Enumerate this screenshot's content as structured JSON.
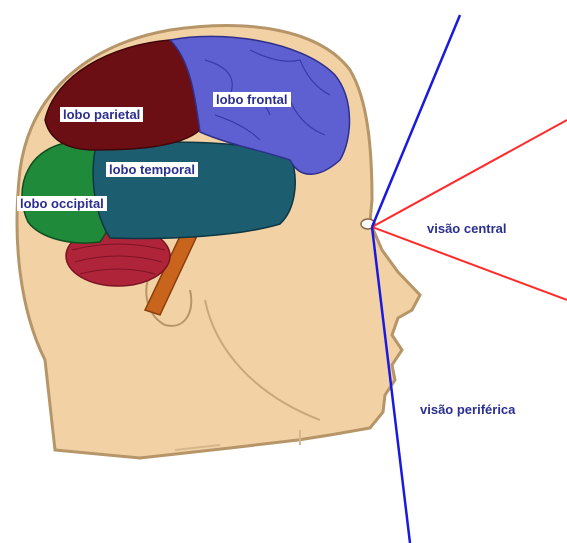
{
  "labels": {
    "parietal": "lobo parietal",
    "frontal": "lobo frontal",
    "temporal": "lobo temporal",
    "occipital": "lobo occipital",
    "central_vision": "visão central",
    "peripheral_vision": "visão periférica"
  },
  "colors": {
    "skin": "#f2d2a4",
    "skin_outline": "#b69668",
    "hair": "#d4c39a",
    "parietal_lobe": "#6b0f14",
    "frontal_lobe": "#5e5fd0",
    "temporal_lobe": "#1d5d70",
    "occipital_lobe": "#1e8a3a",
    "cerebellum": "#b0243a",
    "brainstem": "#c8641c",
    "central_vision_lines": "#ff2a2a",
    "peripheral_vision_lines": "#1a1adf",
    "label_text": "#2b2f8f"
  }
}
